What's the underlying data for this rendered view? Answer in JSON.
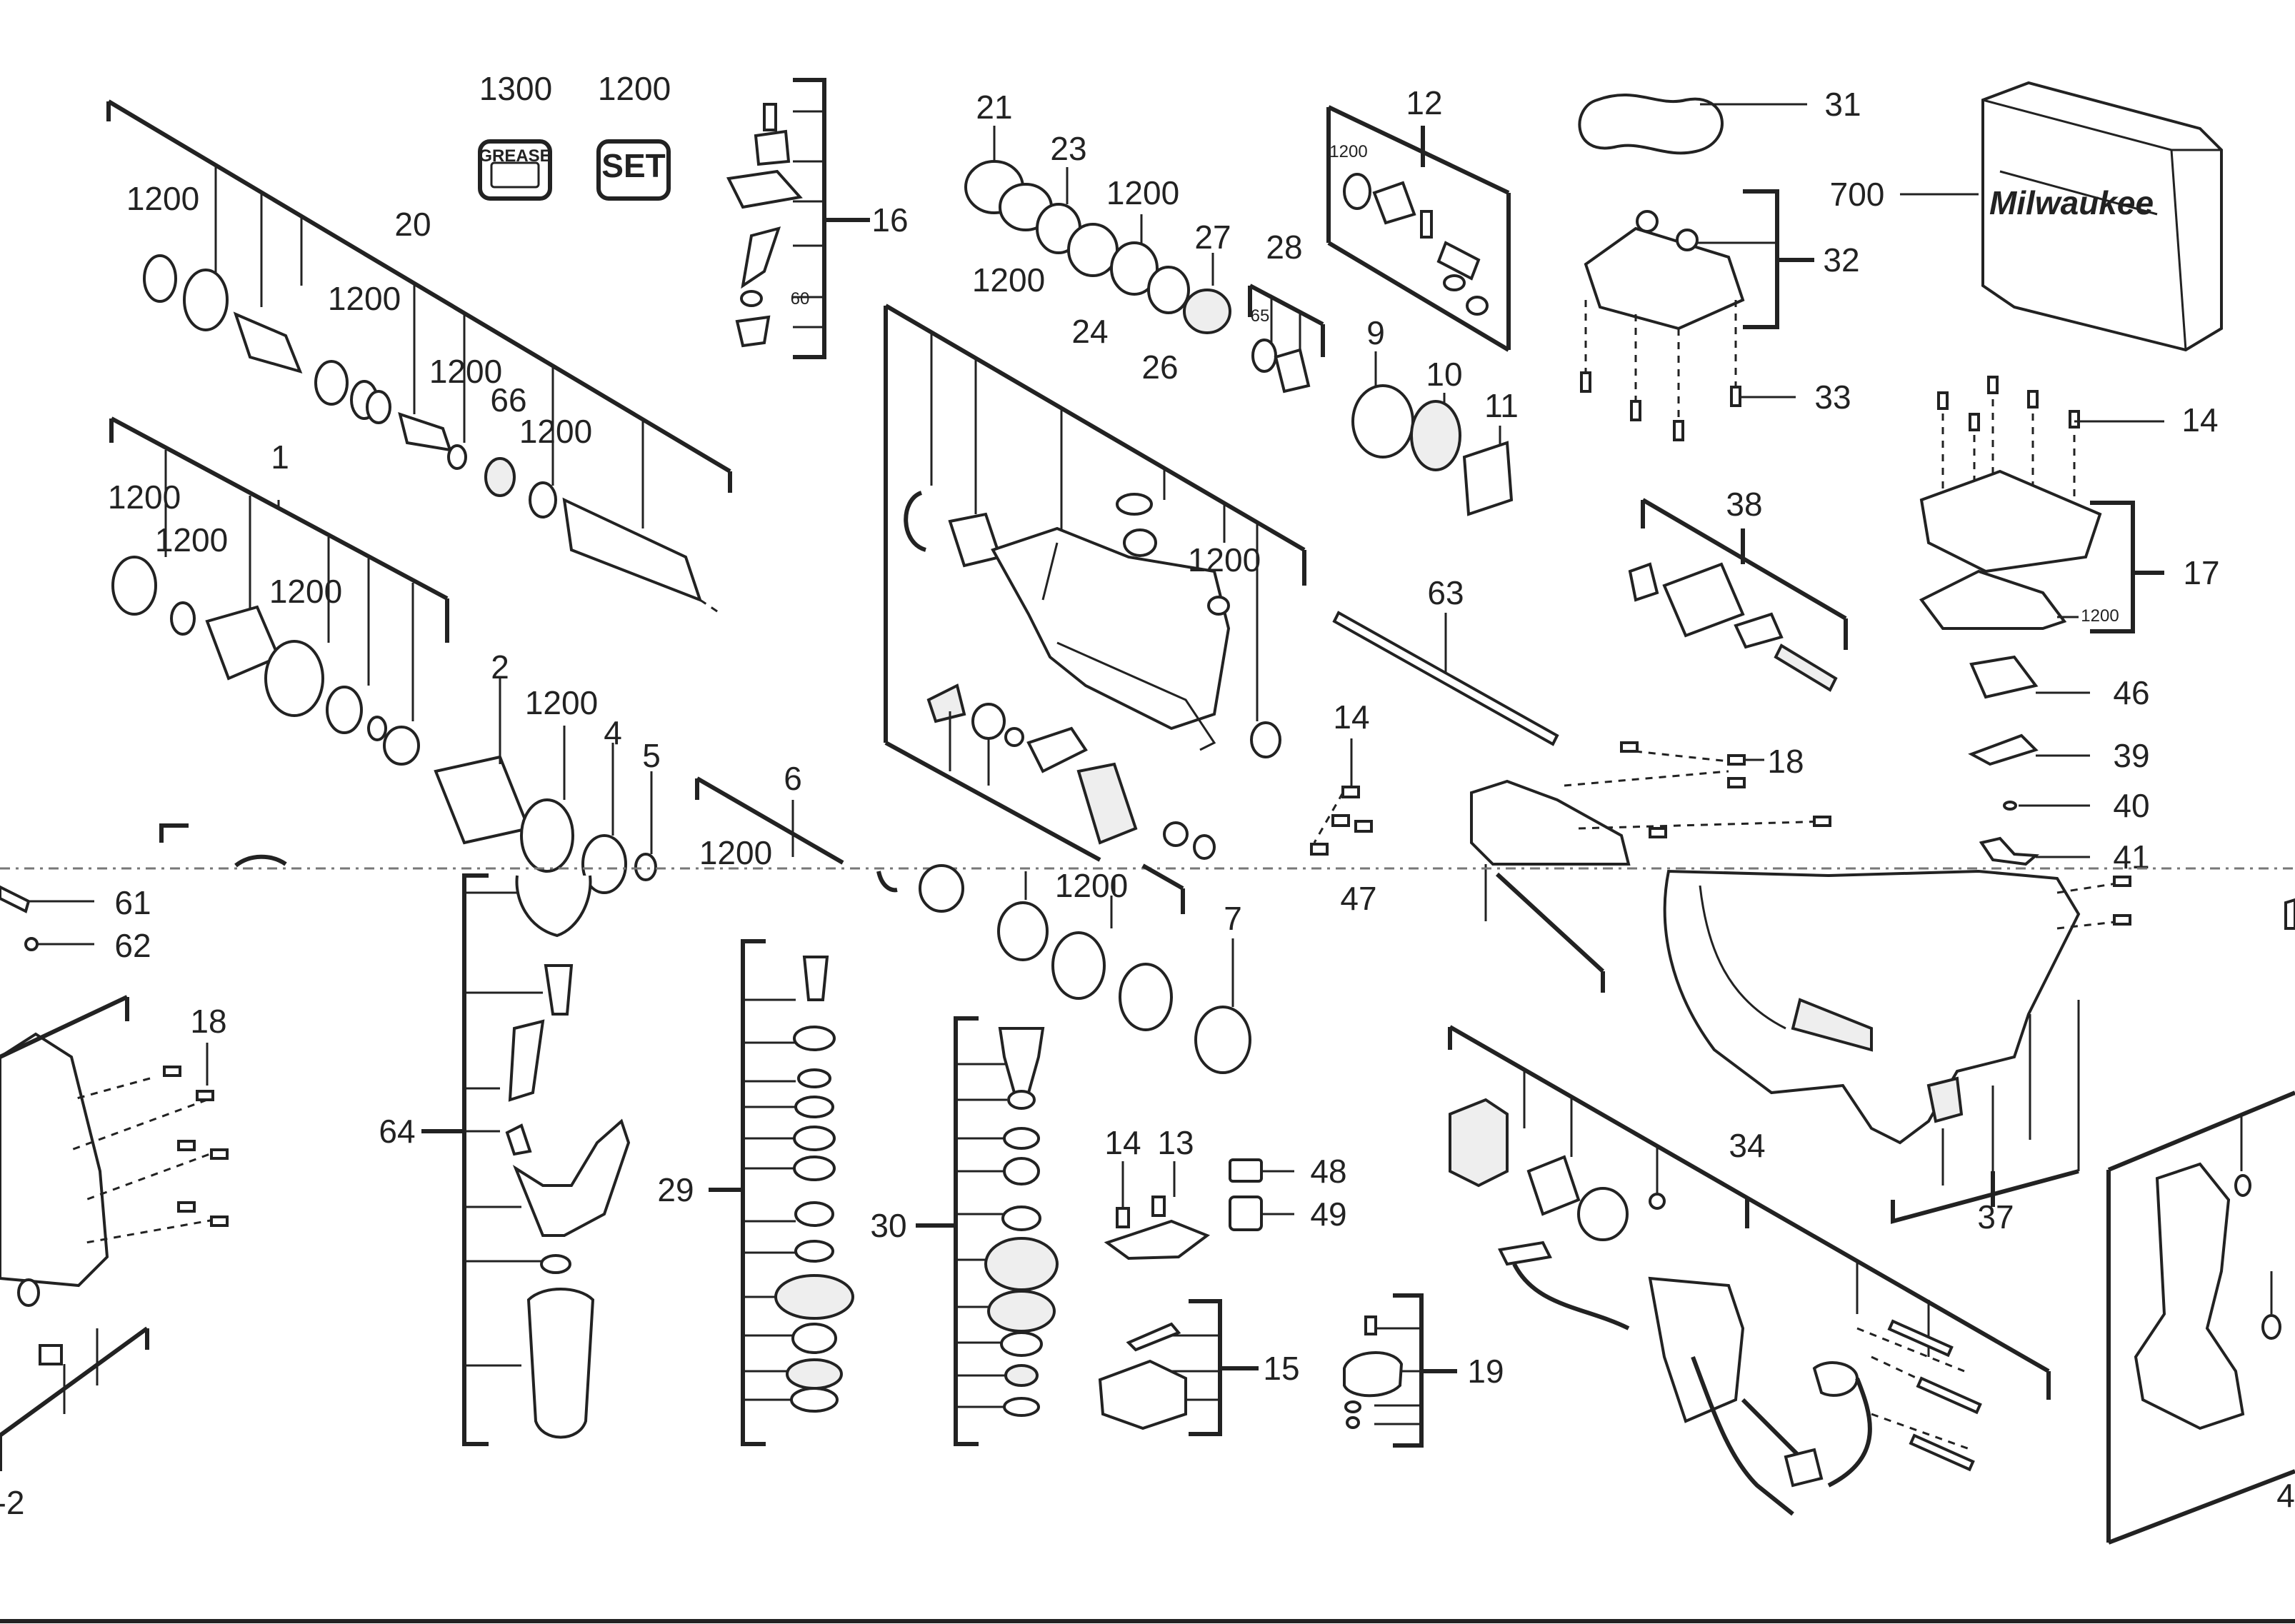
{
  "icons": {
    "grease": {
      "label": "GREASE",
      "number": "1300",
      "name": "grease-tube-icon"
    },
    "set": {
      "label": "SET",
      "number": "1200",
      "name": "set-kit-icon"
    }
  },
  "case_brand": "Milwaukee",
  "labels": {
    "l1300": "1300",
    "l1200_set": "1200",
    "l1200_a": "1200",
    "l20": "20",
    "l1200_b": "1200",
    "l1200_c": "1200",
    "l66": "66",
    "l1200_d": "1200",
    "l1200_e": "1200",
    "l1": "1",
    "l1200_f": "1200",
    "l1200_g": "1200",
    "l2": "2",
    "l1200_h": "1200",
    "l4": "4",
    "l5": "5",
    "l16": "16",
    "l60": "60",
    "l21": "21",
    "l23": "23",
    "l1200_i": "1200",
    "l1200_j": "1200",
    "l27": "27",
    "l24": "24",
    "l26": "26",
    "l28": "28",
    "l65": "65",
    "l12": "12",
    "l1200_k": "1200",
    "l9": "9",
    "l10": "10",
    "l11": "11",
    "l31": "31",
    "l700": "700",
    "l32": "32",
    "l33": "33",
    "l14_a": "14",
    "l17": "17",
    "l1200_l": "1200",
    "l38": "38",
    "l63": "63",
    "l1200_m": "1200",
    "l14_b": "14",
    "l47": "47",
    "l18_a": "18",
    "l46": "46",
    "l39": "39",
    "l40": "40",
    "l41": "41",
    "l6": "6",
    "l1200_n": "1200",
    "l1200_o": "1200",
    "l7": "7",
    "l61": "61",
    "l62": "62",
    "l18_b": "18",
    "l64": "64",
    "l29": "29",
    "l30": "30",
    "l14_c": "14",
    "l13": "13",
    "l48": "48",
    "l49": "49",
    "l15": "15",
    "l19": "19",
    "l34": "34",
    "l37": "37",
    "l2_edge": "-2",
    "l4_edge": "4"
  }
}
